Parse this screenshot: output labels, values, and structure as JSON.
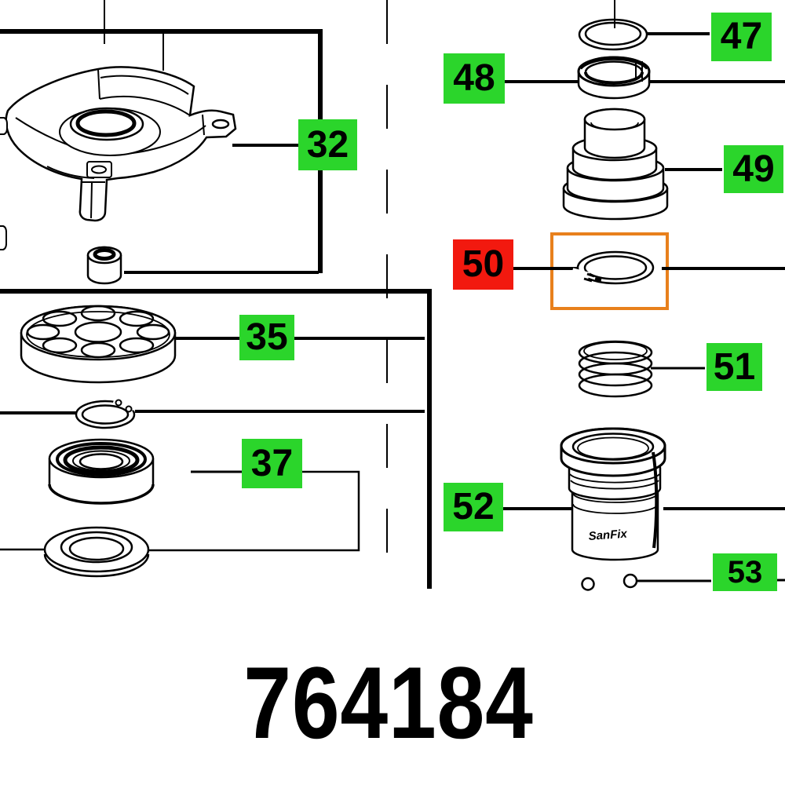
{
  "diagram": {
    "part_number": "764184",
    "collet_logo_text": "SanFix",
    "colors": {
      "label_green": "#2bd52b",
      "label_red": "#f2190f",
      "highlight_orange": "#e8801c",
      "line": "#000000",
      "background": "#ffffff"
    },
    "labels": [
      {
        "number": "32",
        "style": "green",
        "part": "housing-cover-group"
      },
      {
        "number": "35",
        "style": "green",
        "part": "disc-with-holes"
      },
      {
        "number": "37",
        "style": "green",
        "part": "ball-bearing-group"
      },
      {
        "number": "47",
        "style": "green",
        "part": "o-ring"
      },
      {
        "number": "48",
        "style": "green",
        "part": "ring-bushing"
      },
      {
        "number": "49",
        "style": "green",
        "part": "stepped-bushing"
      },
      {
        "number": "50",
        "style": "red",
        "part": "snap-ring",
        "highlighted": true
      },
      {
        "number": "51",
        "style": "green",
        "part": "coil-spring"
      },
      {
        "number": "52",
        "style": "green",
        "part": "collet-body"
      },
      {
        "number": "53",
        "style": "green",
        "part": "screws"
      }
    ]
  }
}
